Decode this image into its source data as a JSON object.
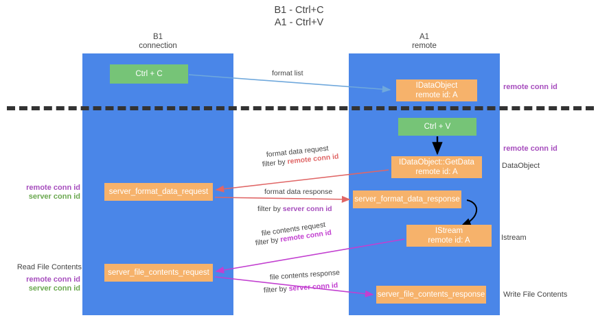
{
  "title": {
    "line1": "B1 - Ctrl+C",
    "line2": "A1 - Ctrl+V"
  },
  "lanes": [
    {
      "id": "b1",
      "name": "B1",
      "sub": "connection"
    },
    {
      "id": "a1",
      "name": "A1",
      "sub": "remote"
    }
  ],
  "nodes": {
    "ctrl_c": {
      "label": "Ctrl + C",
      "color": "#76c477"
    },
    "idataobject": {
      "line1": "IDataObject",
      "line2": "remote id: A",
      "color": "#f6b26b"
    },
    "ctrl_v": {
      "label": "Ctrl + V",
      "color": "#76c477"
    },
    "getdata": {
      "line1": "IDataObject::GetData",
      "line2": "remote id: A",
      "color": "#f6b26b"
    },
    "server_format_data_request": {
      "label": "server_format_data_request",
      "color": "#f6b26b"
    },
    "server_format_data_response": {
      "label": "server_format_data_response",
      "color": "#f6b26b"
    },
    "istream": {
      "line1": "IStream",
      "line2": "remote id: A",
      "color": "#f6b26b"
    },
    "server_file_contents_request": {
      "label": "server_file_contents_request",
      "color": "#f6b26b"
    },
    "server_file_contents_response": {
      "label": "server_file_contents_response",
      "color": "#f6b26b"
    }
  },
  "edge_labels": {
    "format_list": "format list",
    "format_data_request": "format data request",
    "format_data_request_filter_prefix": "filter by ",
    "format_data_request_filter_key": "remote conn id",
    "format_data_response": "format data response",
    "format_data_response_filter_prefix": "filter by ",
    "format_data_response_filter_key": "server conn id",
    "file_contents_request": "file contents request",
    "file_contents_request_filter_prefix": "filter by ",
    "file_contents_request_filter_key": "remote conn id",
    "file_contents_response": "file contents response",
    "file_contents_response_filter_prefix": "filter by ",
    "file_contents_response_filter_key": "server conn id"
  },
  "side_labels": {
    "right_remote_conn_id_top": "remote conn id",
    "right_remote_conn_id_mid": "remote conn id",
    "right_dataobject": "DataObject",
    "right_istream": "Istream",
    "right_write_file_contents": "Write File Contents",
    "left_remote_conn_id": "remote conn id",
    "left_server_conn_id": "server conn id",
    "left_read_file_contents": "Read File Contents",
    "left_remote_conn_id_2": "remote conn id",
    "left_server_conn_id_2": "server conn id"
  },
  "colors": {
    "lane": "#4a86e8",
    "green_node": "#76c477",
    "orange_node": "#f6b26b",
    "purple": "#a64dbd",
    "green_text": "#6aa84f",
    "red_arrow": "#e06666",
    "magenta_arrow": "#c23fd0",
    "blue_arrow": "#6fa8dc",
    "divider": "#333333"
  }
}
